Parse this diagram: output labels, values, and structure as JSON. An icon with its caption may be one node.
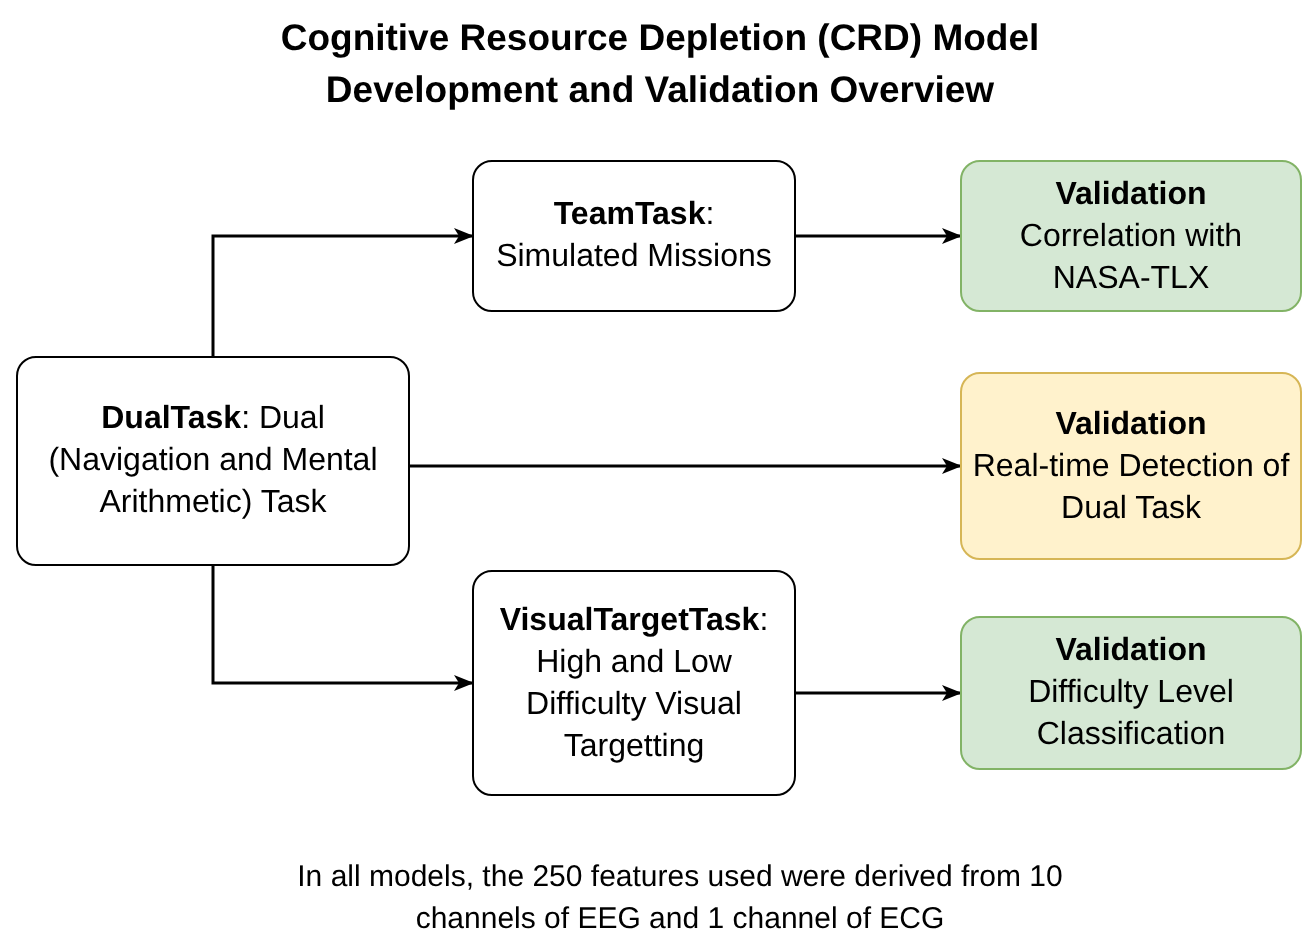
{
  "diagram": {
    "title": "Cognitive Resource Depletion (CRD) Model Development and Validation Overview",
    "caption": "In all models, the 250 features used were derived from 10 channels of EEG and 1 channel of ECG",
    "nodes": [
      {
        "text": [
          "**DualTask**: Dual (Navigation and Mental Arithmetic) Task"
        ]
      },
      {
        "text": [
          "**TeamTask**: Simulated Missions"
        ]
      },
      {
        "text": [
          "Validation",
          "Correlation with NASA-TLX"
        ]
      },
      {
        "text": [
          "Validation",
          "Real-time Detection of Dual Task"
        ]
      },
      {
        "text": [
          "**VisualTargetTask**: High and Low Difficulty Visual Targetting"
        ]
      },
      {
        "text": [
          "Validation",
          "Difficulty Level Classification"
        ]
      }
    ],
    "edges": [
      {
        "from": 0,
        "to": 1,
        "arrow": "to"
      },
      {
        "from": 1,
        "to": 2,
        "arrow": "to"
      },
      {
        "from": 0,
        "to": 3,
        "arrow": "to"
      },
      {
        "from": 0,
        "to": 4,
        "arrow": "to"
      },
      {
        "from": 4,
        "to": 5,
        "arrow": "to"
      }
    ]
  }
}
